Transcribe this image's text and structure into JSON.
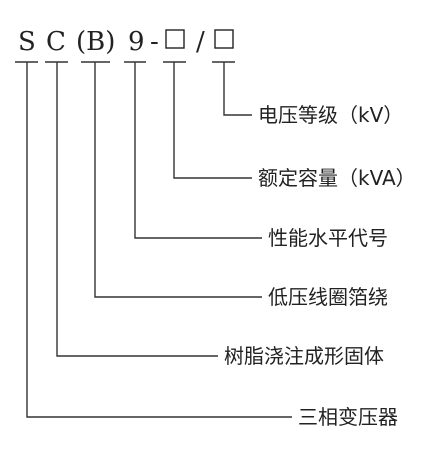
{
  "code_parts": [
    {
      "id": "s",
      "text": "S"
    },
    {
      "id": "c",
      "text": "C"
    },
    {
      "id": "b",
      "text": "(B)"
    },
    {
      "id": "n9",
      "text": "9"
    },
    {
      "id": "dash",
      "text": "-"
    },
    {
      "id": "box1",
      "text": "",
      "kind": "box"
    },
    {
      "id": "slash",
      "text": "/"
    },
    {
      "id": "box2",
      "text": "",
      "kind": "box"
    }
  ],
  "labels": [
    {
      "id": "voltage",
      "text": "电压等级（kV）"
    },
    {
      "id": "capacity",
      "text": "额定容量（kVA）"
    },
    {
      "id": "performance",
      "text": "性能水平代号"
    },
    {
      "id": "winding",
      "text": "低压线圈箔绕"
    },
    {
      "id": "resin",
      "text": "树脂浇注成形固体"
    },
    {
      "id": "three_phase",
      "text": "三相变压器"
    }
  ]
}
